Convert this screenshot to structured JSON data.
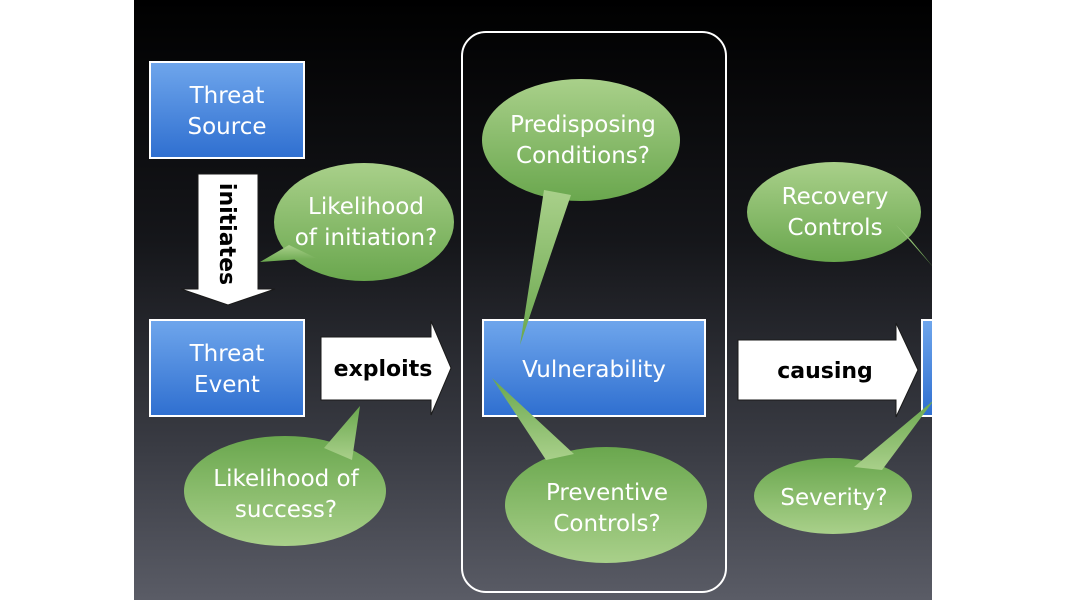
{
  "boxes": {
    "threat_source": [
      "Threat",
      "Source"
    ],
    "threat_event": [
      "Threat",
      "Event"
    ],
    "vulnerability": "Vulnerability"
  },
  "arrows": {
    "initiates": "initiates",
    "exploits": "exploits",
    "causing": "causing"
  },
  "bubbles": {
    "likelihood_initiation": [
      "Likelihood",
      "of initiation?"
    ],
    "likelihood_success": [
      "Likelihood of",
      "success?"
    ],
    "predisposing": [
      "Predisposing",
      "Conditions?"
    ],
    "preventive": [
      "Preventive",
      "Controls?"
    ],
    "recovery": [
      "Recovery",
      "Controls"
    ],
    "severity": "Severity?"
  },
  "colors": {
    "box_top": "#6fa6ec",
    "box_bottom": "#2f6fd0",
    "bubble_top": "#a9d08a",
    "bubble_bottom": "#6aa74e",
    "frame": "#ffffff"
  }
}
